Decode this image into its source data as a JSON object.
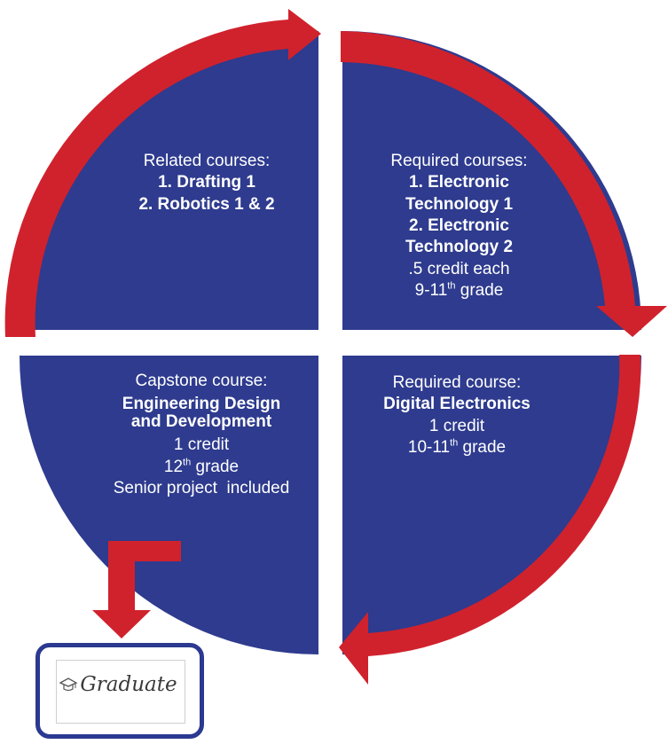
{
  "colors": {
    "quadrant": "#2e3b8e",
    "arrow": "#d0222d",
    "text": "#ffffff",
    "frame": "#2b3990"
  },
  "quadrants": {
    "top_left": {
      "heading": "Related courses:",
      "items": [
        "1. Drafting 1",
        "2. Robotics 1 & 2"
      ]
    },
    "top_right": {
      "heading": "Required courses:",
      "items": [
        "1. Electronic",
        "Technology 1",
        "2. Electronic",
        "Technology 2"
      ],
      "credit": ".5 credit each",
      "grade_prefix": "9-11",
      "grade_sup": "th",
      "grade_suffix": " grade"
    },
    "bottom_left": {
      "heading": "Capstone course:",
      "course": [
        "Engineering Design",
        "and Development"
      ],
      "credit": "1 credit",
      "grade_prefix": "12",
      "grade_sup": "th",
      "grade_suffix": " grade",
      "note": "Senior project  included"
    },
    "bottom_right": {
      "heading": "Required course:",
      "course": "Digital Electronics",
      "credit": "1 credit",
      "grade_prefix": "10-11",
      "grade_sup": "th",
      "grade_suffix": " grade"
    }
  },
  "graduate": {
    "label": "Graduate",
    "icon": "graduation-cap-icon"
  }
}
